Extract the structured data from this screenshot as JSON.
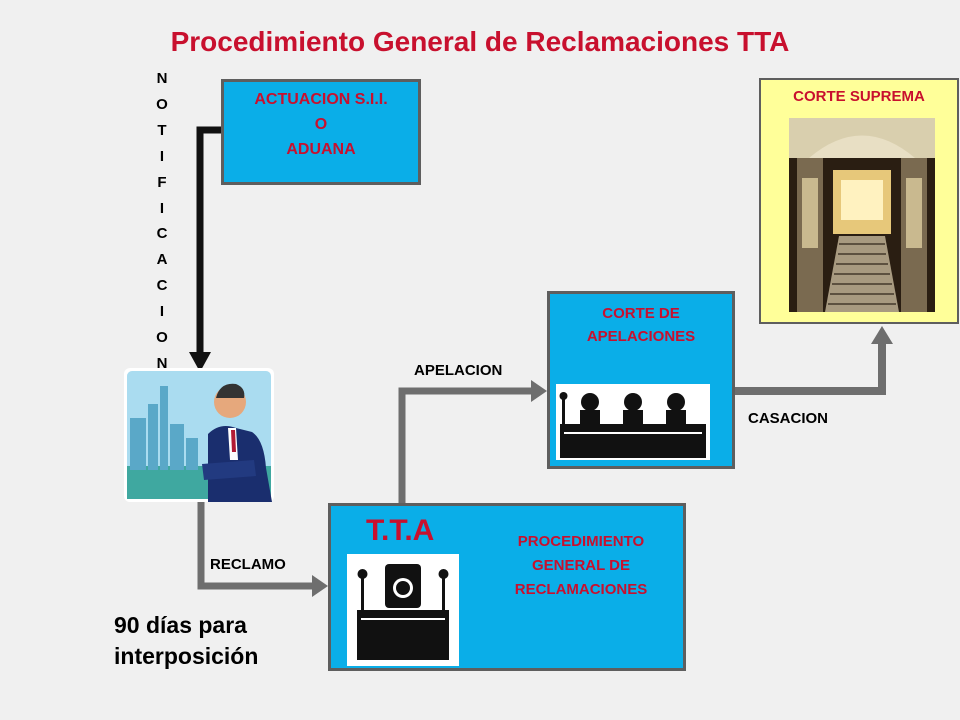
{
  "title": "Procedimiento General de Reclamaciones TTA",
  "notificacion_letters": [
    "N",
    "O",
    "T",
    "I",
    "F",
    "I",
    "C",
    "A",
    "C",
    "I",
    "O",
    "N"
  ],
  "aduana": {
    "line1": "ACTUACION S.I.I.",
    "line2": "O",
    "line3": "ADUANA"
  },
  "corte_suprema": {
    "label": "CORTE SUPREMA"
  },
  "corte_apelaciones": {
    "line1": "CORTE DE",
    "line2": "APELACIONES"
  },
  "tta": {
    "label": "T.T.A",
    "proc_line1": "PROCEDIMIENTO",
    "proc_line2": "GENERAL  DE",
    "proc_line3": "RECLAMACIONES"
  },
  "flows": {
    "reclamo": "RECLAMO",
    "apelacion": "APELACION",
    "casacion": "CASACION"
  },
  "plazo": {
    "line1": "90 días  para",
    "line2": "interposición"
  },
  "colors": {
    "title_red": "#c8102e",
    "box_blue": "#0aaee8",
    "arrow_gray": "#6e6e6e",
    "suprema_yellow": "#ffff99"
  }
}
